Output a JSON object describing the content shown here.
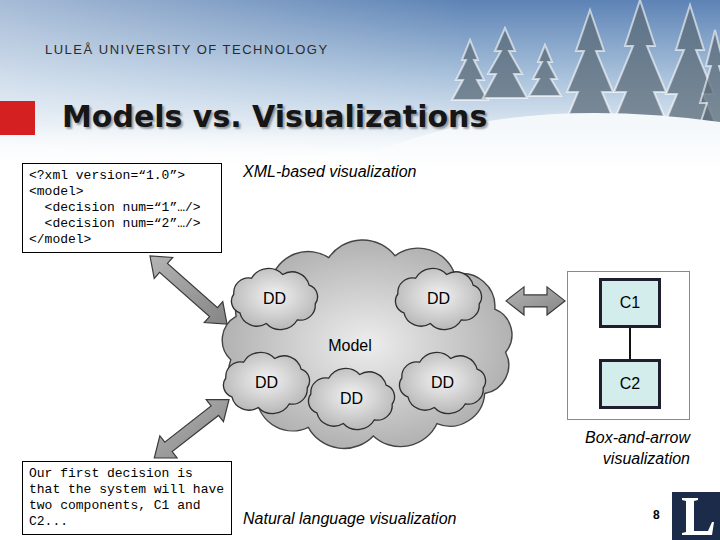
{
  "diagram": {
    "title": "Models vs. Visualizations",
    "nodes": [
      {
        "text": [
          "<?xml version=“1.0”>",
          "<model>",
          "<decision num=“1”…/>",
          "<decision num=“2”…/>",
          "</model>"
        ]
      },
      {
        "text": [
          "Model"
        ]
      },
      {
        "text": [
          "DD"
        ],
        "in": 1
      },
      {
        "text": [
          "DD"
        ],
        "in": 1
      },
      {
        "text": [
          "DD"
        ],
        "in": 1
      },
      {
        "text": [
          "DD"
        ],
        "in": 1
      },
      {
        "text": [
          "DD"
        ],
        "in": 1
      },
      {
        "text": [
          "Box-and-arrow visualization"
        ]
      },
      {
        "text": [
          "C1"
        ],
        "in": 7
      },
      {
        "text": [
          "C2"
        ],
        "in": 7
      },
      {
        "text": [
          "Our first decision is that the system will have two components, C1 and C2..."
        ]
      }
    ],
    "edges": [
      {
        "from": 0,
        "to": 1,
        "arrow": "both"
      },
      {
        "from": 1,
        "to": 7,
        "arrow": "both"
      },
      {
        "from": 10,
        "to": 1,
        "arrow": "both"
      },
      {
        "from": 8,
        "to": 9,
        "arrow": "none"
      }
    ],
    "labels": [
      "LULEÅ UNIVERSITY OF TECHNOLOGY",
      "XML-based visualization",
      "Natural language visualization",
      "8"
    ]
  }
}
